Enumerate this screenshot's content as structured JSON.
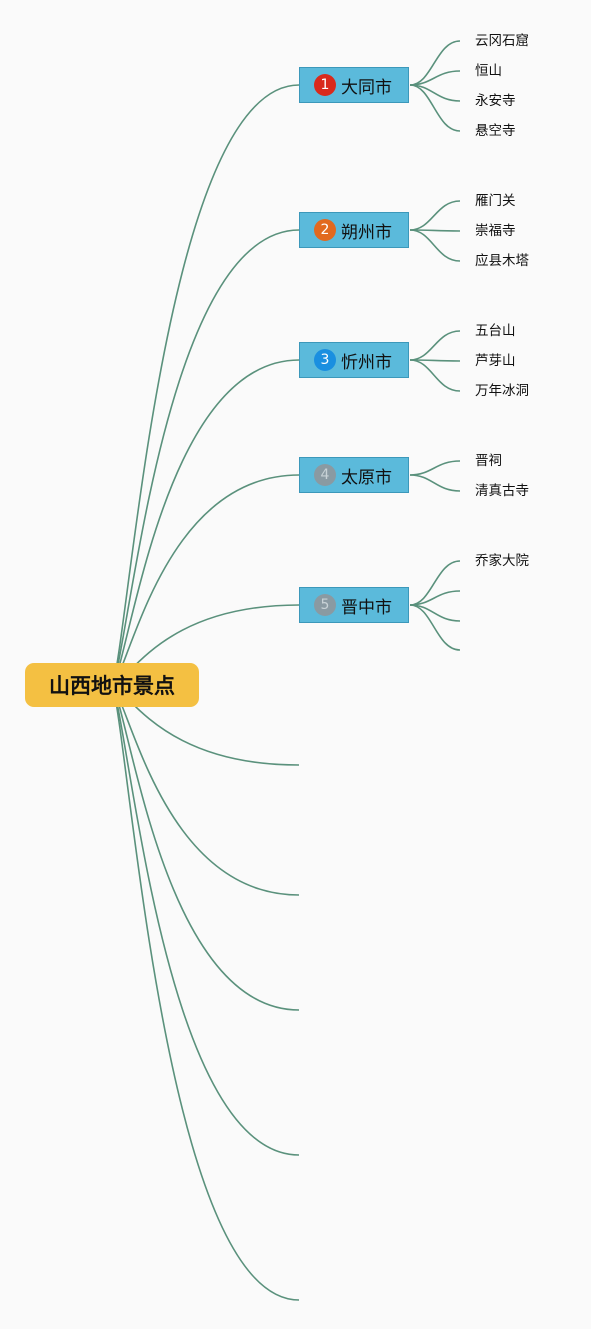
{
  "root": {
    "title": "山西地市景点"
  },
  "colors": {
    "link": "#5a917c",
    "root_bg": "#f4c042",
    "city_bg": "#5bbadb"
  },
  "cities": [
    {
      "number": "1",
      "name": "大同市",
      "badge_color": "#d92a1c",
      "badge_text_color": "#ffffff",
      "spots": [
        "云冈石窟",
        "恒山",
        "永安寺",
        "悬空寺"
      ]
    },
    {
      "number": "2",
      "name": "朔州市",
      "badge_color": "#e2691f",
      "badge_text_color": "#ffffff",
      "spots": [
        "雁门关",
        "崇福寺",
        "应县木塔"
      ]
    },
    {
      "number": "3",
      "name": "忻州市",
      "badge_color": "#1a8fe0",
      "badge_text_color": "#ffffff",
      "spots": [
        "五台山",
        "芦芽山",
        "万年冰洞"
      ]
    },
    {
      "number": "4",
      "name": "太原市",
      "badge_color": "#8a9aa2",
      "badge_text_color": "#c8d2d6",
      "spots": [
        "晋祠",
        "清真古寺"
      ]
    },
    {
      "number": "5",
      "name": "晋中市",
      "badge_color": "#8a9aa2",
      "badge_text_color": "#c8d2d6",
      "spots": [
        "乔家大院",
        "",
        "",
        ""
      ]
    }
  ]
}
